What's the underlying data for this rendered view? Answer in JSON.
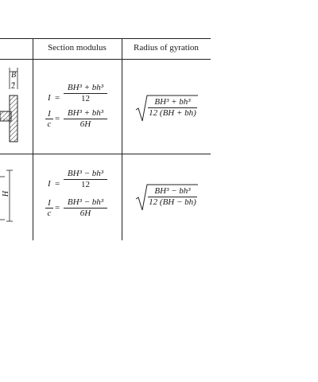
{
  "table": {
    "headers": {
      "section_modulus": "Section modulus",
      "radius_of_gyration": "Radius of gyration"
    },
    "rows": [
      {
        "moment_lhs": "I",
        "moment_num": "BH³ + bh³",
        "moment_den": "12",
        "modulus_lhs_num": "I",
        "modulus_lhs_den": "c",
        "modulus_num": "BH³ + bh³",
        "modulus_den": "6H",
        "gyration_num": "BH³ + bh³",
        "gyration_den": "12 (BH + bh)",
        "figure_labels": {
          "b_over_2_top": "B",
          "b_over_2_bottom": "2"
        }
      },
      {
        "moment_lhs": "I",
        "moment_num": "BH³ − bh³",
        "moment_den": "12",
        "modulus_lhs_num": "I",
        "modulus_lhs_den": "c",
        "modulus_num": "BH³ − bh³",
        "modulus_den": "6H",
        "gyration_num": "BH³ − bh³",
        "gyration_den": "12 (BH − bh)",
        "figure_labels": {
          "h_label": "H"
        }
      }
    ]
  },
  "equals": "="
}
